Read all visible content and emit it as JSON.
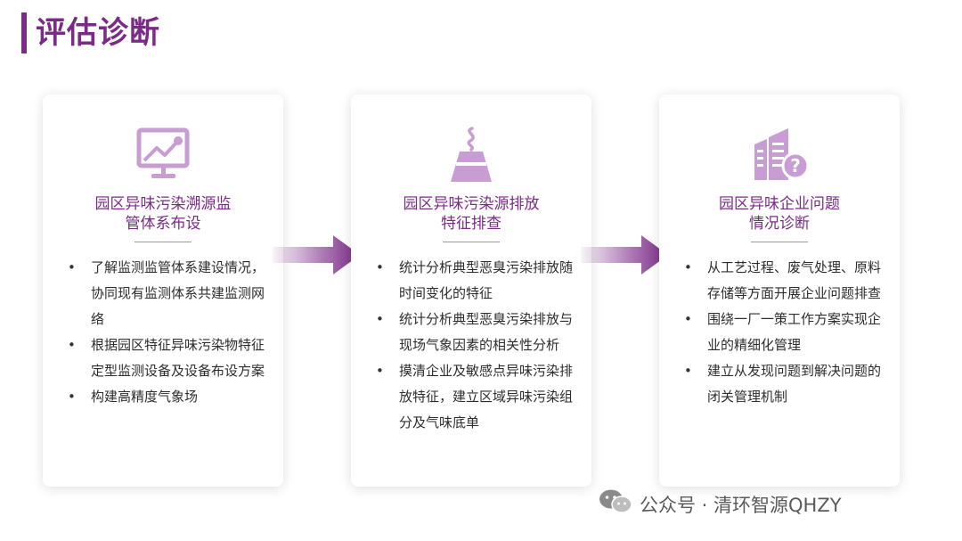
{
  "title": "评估诊断",
  "colors": {
    "accent": "#7b2a87",
    "icon": "#c79dd4",
    "text": "#2d2d2d"
  },
  "cards": [
    {
      "icon": "monitor-chart-icon",
      "title_lines": [
        "园区异味污染溯源监",
        "管体系布设"
      ],
      "bullets": [
        "了解监测监管体系建设情况，协同现有监测体系共建监测网络",
        "根据园区特征异味污染物特征定型监测设备及设备布设方案",
        "构建高精度气象场"
      ]
    },
    {
      "icon": "factory-chimney-icon",
      "title_lines": [
        "园区异味污染源排放",
        "特征排查"
      ],
      "bullets": [
        "统计分析典型恶臭污染排放随时间变化的特征",
        "统计分析典型恶臭污染排放与现场气象因素的相关性分析",
        "摸清企业及敏感点异味污染排放特征，建立区域异味污染组分及气味底单"
      ]
    },
    {
      "icon": "building-question-icon",
      "title_lines": [
        "园区异味企业问题",
        "情况诊断"
      ],
      "bullets": [
        "从工艺过程、废气处理、原料存储等方面开展企业问题排查",
        "围绕一厂一策工作方案实现企业的精细化管理",
        "建立从发现问题到解决问题的闭关管理机制"
      ]
    }
  ],
  "watermark": {
    "icon": "wechat-icon",
    "text": "公众号 · 清环智源QHZY"
  }
}
